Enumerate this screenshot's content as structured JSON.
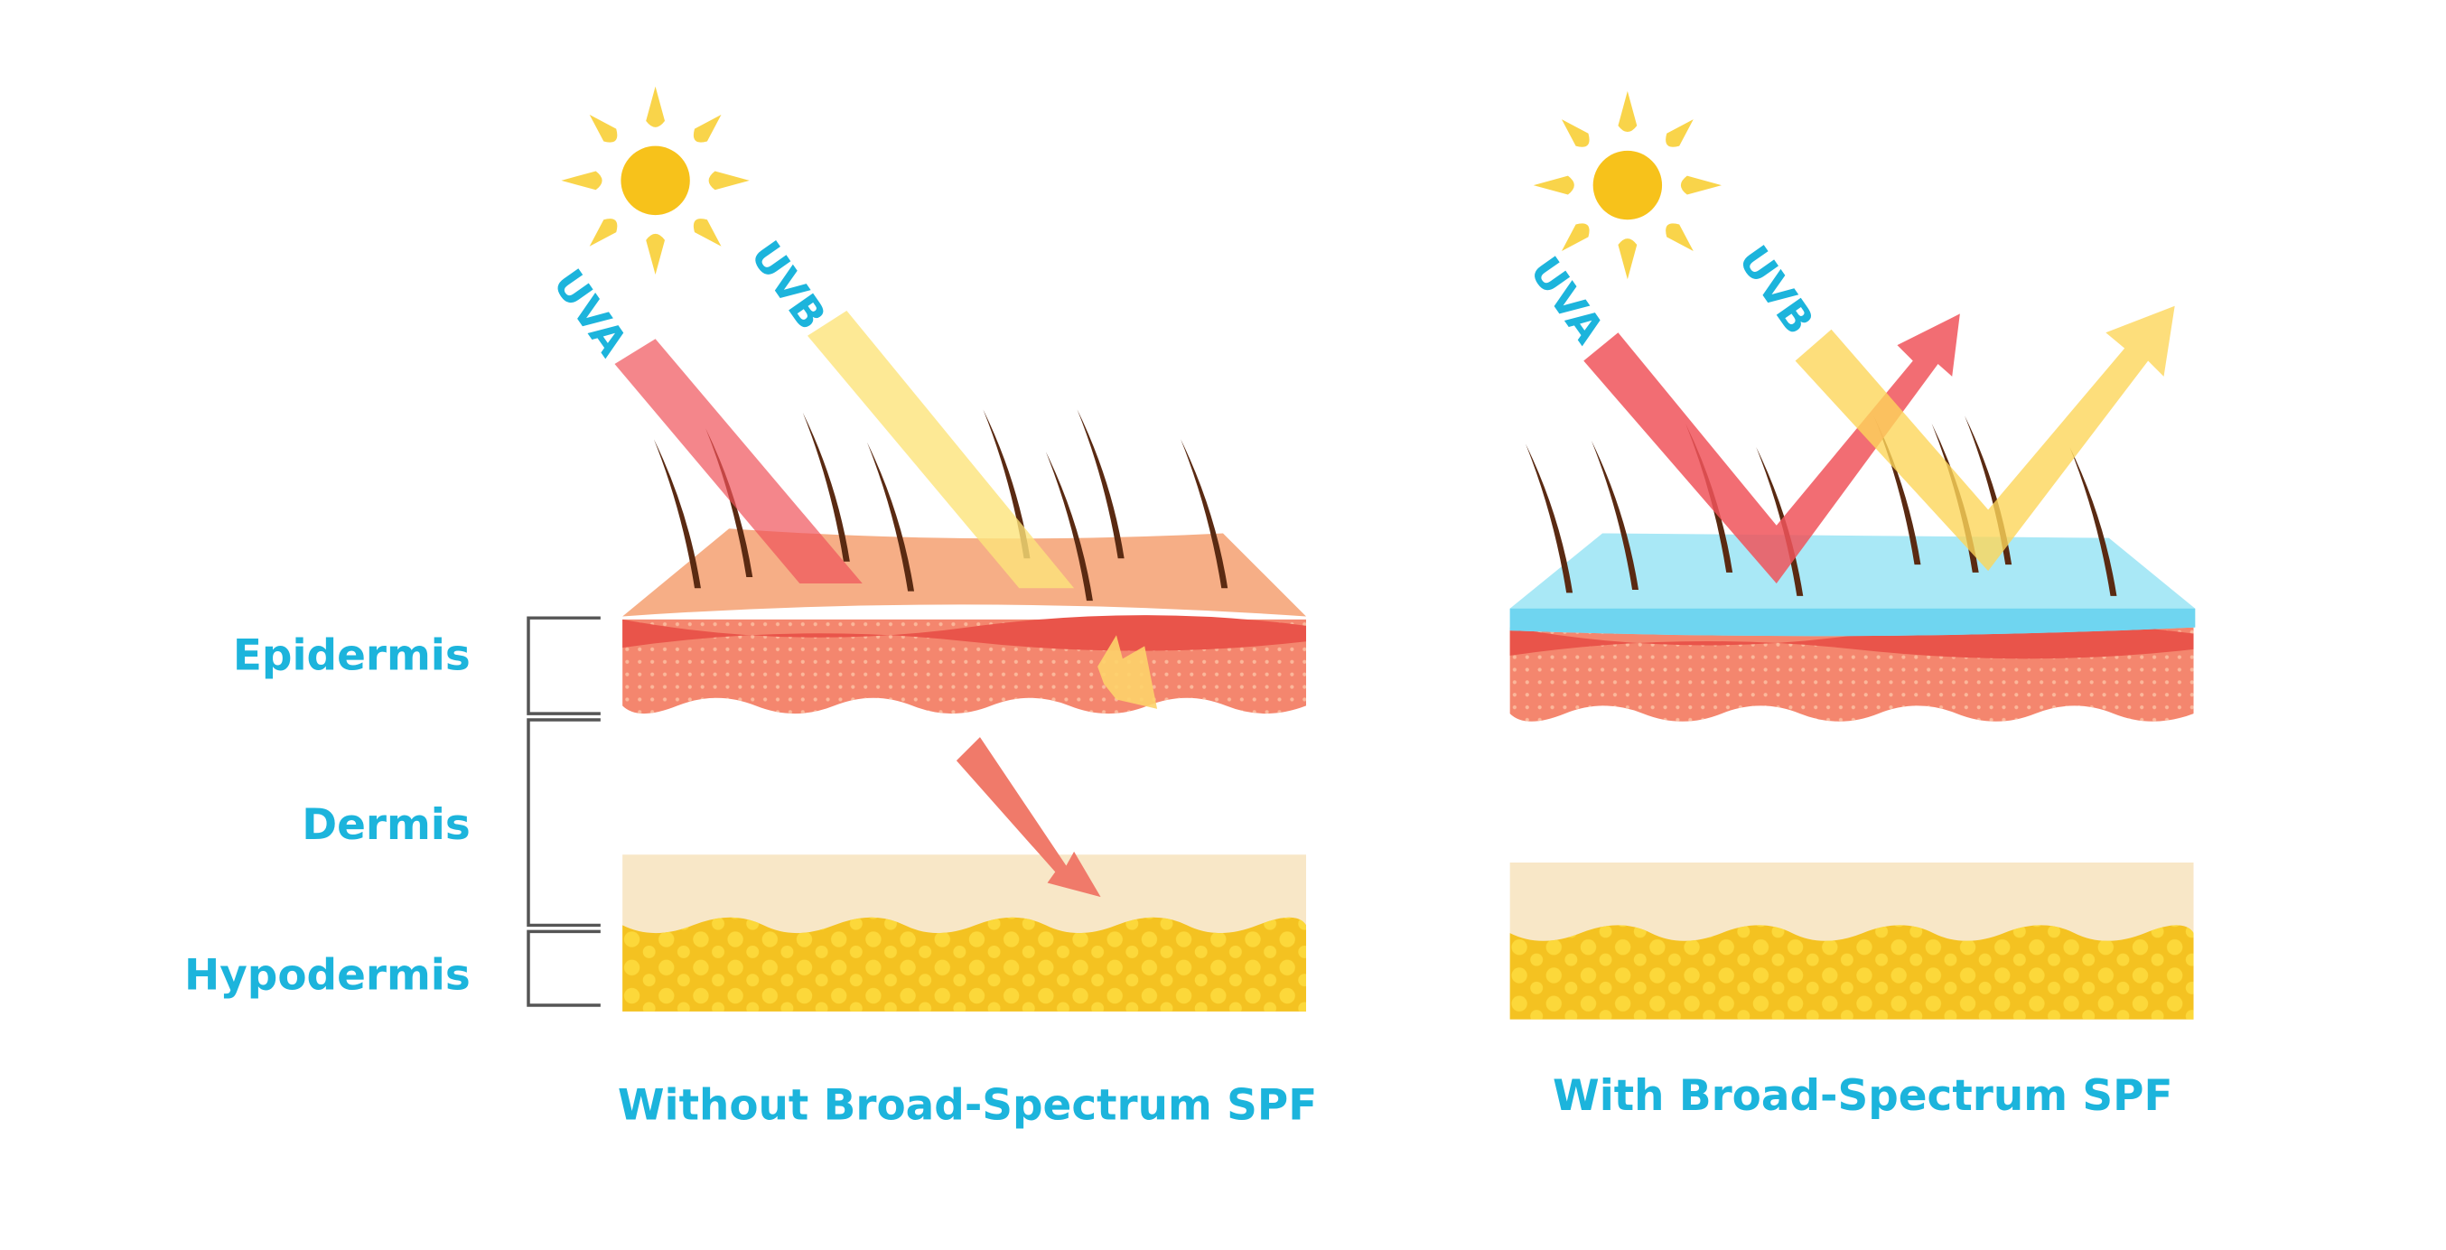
{
  "labels": {
    "epidermis": "Epidermis",
    "dermis": "Dermis",
    "hypodermis": "Hypodermis"
  },
  "left": {
    "uva": "UVA",
    "uvb": "UVB",
    "caption": "Without Broad-Spectrum SPF"
  },
  "right": {
    "uva": "UVA",
    "uvb": "UVB",
    "caption": "With Broad-Spectrum SPF"
  },
  "colors": {
    "text": "#1cb4dc",
    "uva": "#f0535a",
    "uvb": "#fde47a",
    "sunscreen": "#a9e8f6",
    "skin_top": "#f6ae86",
    "dermis": "#f8e7c7",
    "fat": "#f4c221"
  }
}
